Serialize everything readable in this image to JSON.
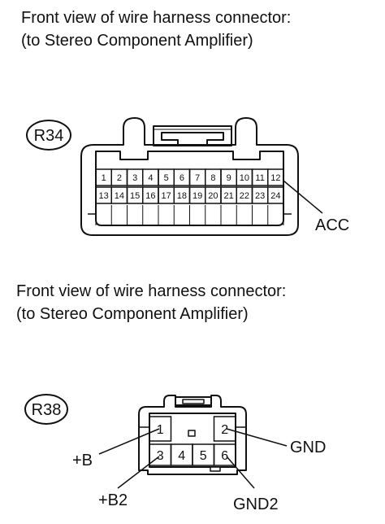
{
  "sections": [
    {
      "title_line1": "Front view of wire harness connector:",
      "title_line2": "(to Stereo Component Amplifier)",
      "connector_code": "R34",
      "pins_top": [
        "1",
        "2",
        "3",
        "4",
        "5",
        "6",
        "7",
        "8",
        "9",
        "10",
        "11",
        "12"
      ],
      "pins_bottom": [
        "13",
        "14",
        "15",
        "16",
        "17",
        "18",
        "19",
        "20",
        "21",
        "22",
        "23",
        "24"
      ],
      "callouts": [
        {
          "pin": "12",
          "label": "ACC"
        }
      ]
    },
    {
      "title_line1": "Front view of wire harness connector:",
      "title_line2": "(to Stereo Component Amplifier)",
      "connector_code": "R38",
      "pins_top": [
        "1",
        "2"
      ],
      "pins_bottom": [
        "3",
        "4",
        "5",
        "6"
      ],
      "callouts": [
        {
          "pin": "1",
          "label": "+B"
        },
        {
          "pin": "2",
          "label": "GND"
        },
        {
          "pin": "3",
          "label": "+B2"
        },
        {
          "pin": "6",
          "label": "GND2"
        }
      ]
    }
  ]
}
